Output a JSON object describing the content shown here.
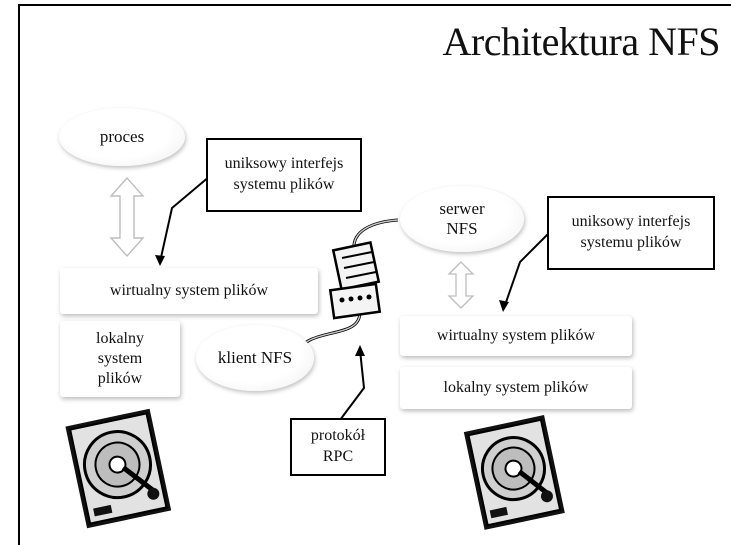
{
  "title": "Architektura NFS",
  "client": {
    "process": "proces",
    "interface_callout": "uniksowy interfejs systemu plików",
    "vfs": "wirtualny system plików",
    "local_fs": "lokalny system plików",
    "nfs_client": "klient NFS"
  },
  "server": {
    "nfs_server": "serwer NFS",
    "interface_callout": "uniksowy interfejs systemu plików",
    "vfs": "wirtualny system plików",
    "local_fs": "lokalny system plików"
  },
  "protocol_callout": "protokół RPC",
  "icons": [
    "hard-disk-icon",
    "network-cable-icon",
    "double-arrow-icon"
  ]
}
